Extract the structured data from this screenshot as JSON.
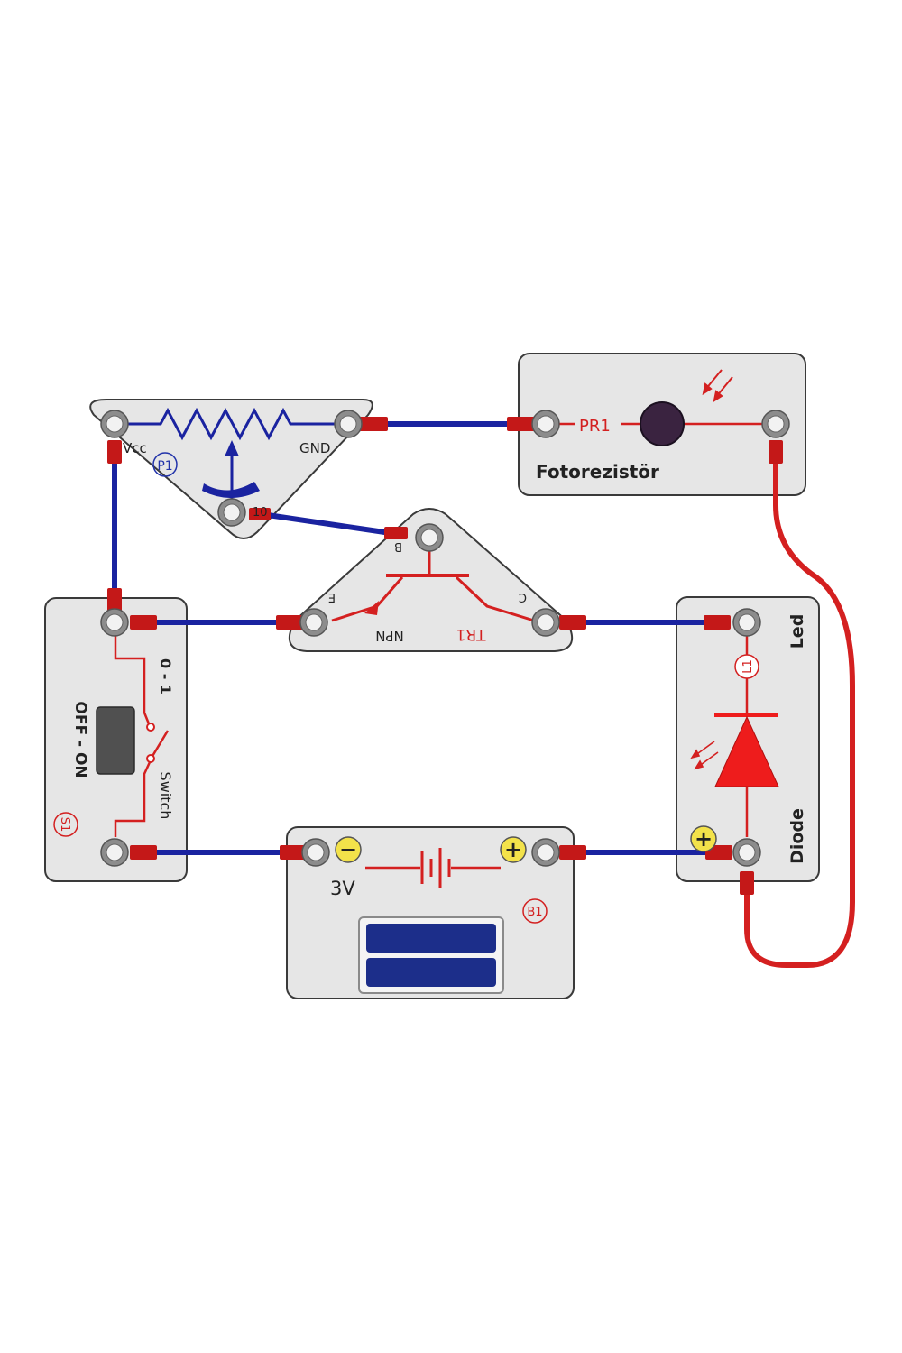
{
  "modules": {
    "potentiometer": {
      "ref": "P1",
      "vcc": "Vcc",
      "gnd": "GND",
      "wiper": "10"
    },
    "photoresistor": {
      "ref": "PR1",
      "title": "Fotorezistör"
    },
    "transistor": {
      "ref": "TR1",
      "type": "NPN",
      "base": "B",
      "emitter": "E",
      "collector": "C"
    },
    "switch": {
      "ref": "S1",
      "positions": "0 - 1",
      "state": "OFF - ON",
      "title": "Switch"
    },
    "led": {
      "ref": "L1",
      "title": "Led",
      "subtitle": "Diode",
      "plus": "+"
    },
    "battery": {
      "ref": "B1",
      "voltage": "3V",
      "minus": "−",
      "plus": "+"
    }
  },
  "colors": {
    "panel": "#e6e6e6",
    "panel_border": "#3a3a3a",
    "wire_blue": "#1a23a0",
    "wire_red": "#d42020",
    "terminal_ring": "#8c8c8c",
    "led_red": "#ee1c1c",
    "battery_cell": "#1c2e8a",
    "photo_cell": "#3a2340",
    "label_red": "#d32020",
    "label_blue": "#2233aa"
  }
}
